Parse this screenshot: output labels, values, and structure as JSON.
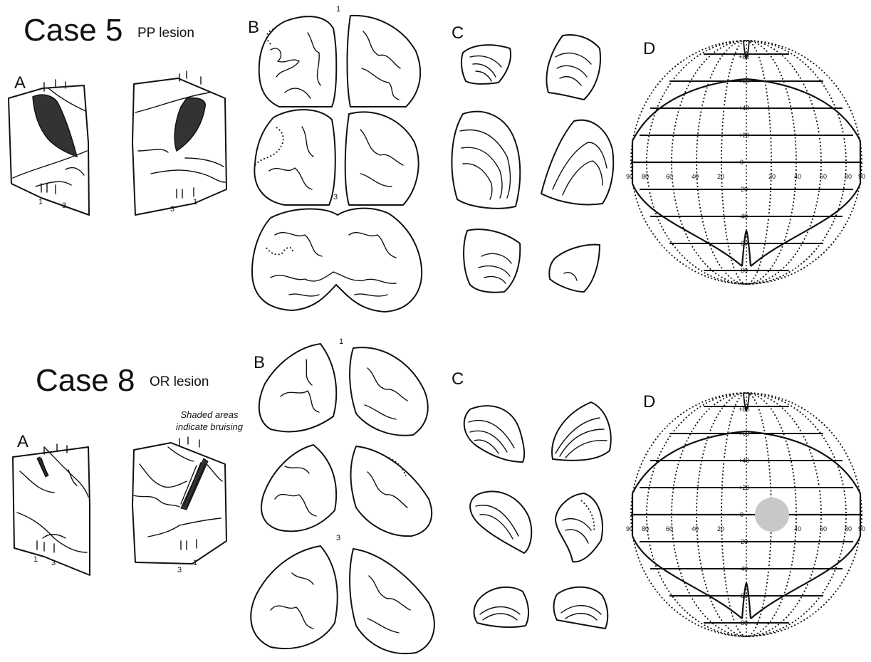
{
  "case5": {
    "title": "Case 5",
    "lesion": "PP lesion",
    "panels": {
      "a": "A",
      "b": "B",
      "c": "C",
      "d": "D"
    },
    "a_marks_left": [
      "1",
      "3"
    ],
    "a_marks_right": [
      "3",
      "1"
    ],
    "b_section_labels": [
      "1",
      "3"
    ]
  },
  "case8": {
    "title": "Case 8",
    "lesion": "OR lesion",
    "note_line1": "Shaded areas",
    "note_line2": "indicate bruising",
    "panels": {
      "a": "A",
      "b": "B",
      "c": "C",
      "d": "D"
    },
    "a_marks_left": [
      "1",
      "3"
    ],
    "a_marks_right": [
      "3",
      "1"
    ],
    "b_section_labels": [
      "1",
      "3"
    ]
  },
  "perimetry": {
    "vertical_ticks": [
      "+80",
      "+60",
      "+40",
      "+20",
      "0",
      "-20",
      "-40",
      "-60",
      "-80"
    ],
    "horizontal_ticks_left": [
      "90",
      "80",
      "60",
      "40",
      "20"
    ],
    "horizontal_ticks_right": [
      "20",
      "40",
      "60",
      "80",
      "90"
    ],
    "case8_scotoma_color": "#c8c8c8"
  }
}
